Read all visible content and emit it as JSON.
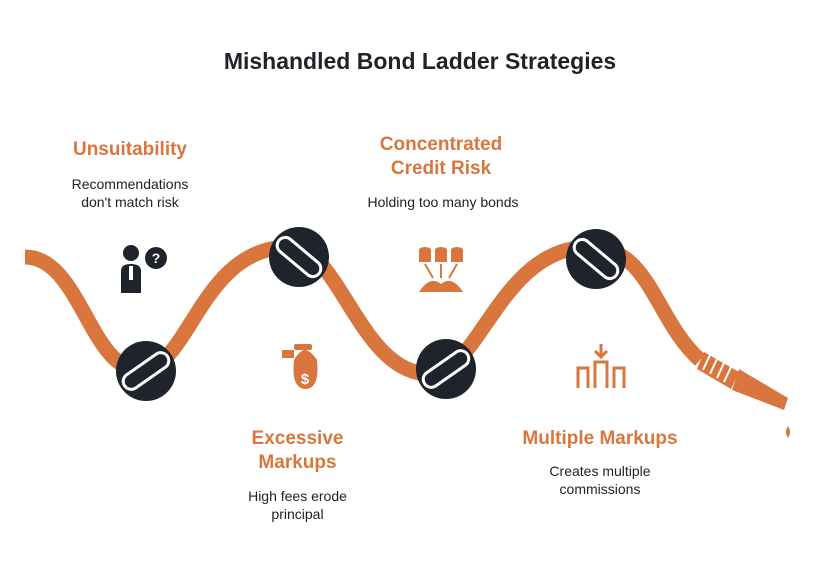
{
  "title": "Mishandled Bond Ladder Strategies",
  "colors": {
    "accent": "#d9763d",
    "knot": "#1f242c",
    "text": "#222222"
  },
  "items": [
    {
      "heading": "Unsuitability",
      "desc": "Recommendations don't match risk",
      "icon": "advisor-question-icon"
    },
    {
      "heading": "Excessive Markups",
      "desc": "High fees erode principal",
      "icon": "money-bag-icon"
    },
    {
      "heading": "Concentrated Credit Risk",
      "desc": "Holding too many bonds",
      "icon": "bond-stack-icon"
    },
    {
      "heading": "Multiple Markups",
      "desc": "Creates multiple commissions",
      "icon": "multiple-markups-icon"
    }
  ]
}
